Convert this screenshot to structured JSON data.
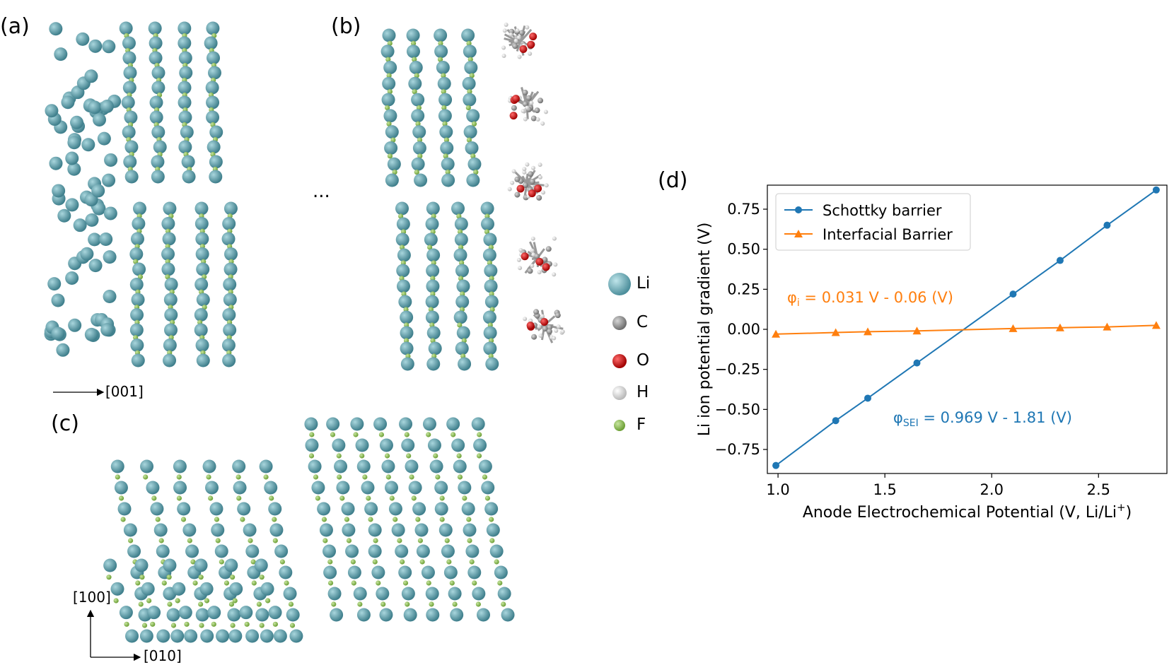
{
  "panels": {
    "a": "(a)",
    "b": "(b)",
    "c": "(c)",
    "d": "(d)",
    "ellipsis": "...",
    "axis_001": "[001]",
    "axis_100": "[100]",
    "axis_010": "[010]"
  },
  "atoms_legend": [
    {
      "symbol": "Li",
      "color": "#6fa9b4",
      "icon": "li-atom-icon"
    },
    {
      "symbol": "C",
      "color": "#8a8a8a",
      "icon": "c-atom-icon"
    },
    {
      "symbol": "O",
      "color": "#cc1010",
      "icon": "o-atom-icon"
    },
    {
      "symbol": "H",
      "color": "#dcdcdc",
      "icon": "h-atom-icon"
    },
    {
      "symbol": "F",
      "color": "#8fbf50",
      "icon": "f-atom-icon"
    }
  ],
  "colors": {
    "li": "#5e9ba6",
    "li_dark": "#3f7f8c",
    "f": "#8fbf50",
    "c": "#8a8a8a",
    "o": "#cc1010",
    "h": "#dcdcdc",
    "schottky": "#1f77b4",
    "interfacial": "#ff7f0e"
  },
  "chart_data": {
    "type": "line",
    "xlabel": "Anode Electrochemical Potential (V, Li/Li",
    "xlabel_sup": "+",
    "xlabel_end": ")",
    "ylabel": "Li ion potential gradient (V)",
    "xlim": [
      0.95,
      2.82
    ],
    "ylim": [
      -0.9,
      0.9
    ],
    "xticks": [
      1.0,
      1.5,
      2.0,
      2.5
    ],
    "xtick_labels": [
      "1.0",
      "1.5",
      "2.0",
      "2.5"
    ],
    "yticks": [
      0.75,
      0.5,
      0.25,
      0.0,
      -0.25,
      -0.5,
      -0.75
    ],
    "ytick_labels": [
      "0.75",
      "0.50",
      "0.25",
      "0.00",
      "−0.25",
      "−0.50",
      "−0.75"
    ],
    "legend_position": "top-left",
    "series": [
      {
        "name": "Schottky barrier",
        "marker": "circle",
        "color": "#1f77b4",
        "x": [
          0.99,
          1.27,
          1.42,
          1.65,
          2.1,
          2.32,
          2.54,
          2.77
        ],
        "y": [
          -0.85,
          -0.57,
          -0.43,
          -0.21,
          0.22,
          0.43,
          0.65,
          0.87
        ]
      },
      {
        "name": "Interfacial Barrier",
        "marker": "triangle",
        "color": "#ff7f0e",
        "x": [
          0.99,
          1.27,
          1.42,
          1.65,
          2.1,
          2.32,
          2.54,
          2.77
        ],
        "y": [
          -0.03,
          -0.02,
          -0.015,
          -0.01,
          0.005,
          0.01,
          0.015,
          0.025
        ]
      }
    ],
    "annotations": [
      {
        "text": "φ",
        "sub": "i",
        "rest": " = 0.031 V - 0.06 (V)",
        "color": "#ff7f0e"
      },
      {
        "text": "φ",
        "sub": "SEI",
        "rest": " = 0.969 V - 1.81 (V)",
        "color": "#1f77b4"
      }
    ]
  }
}
